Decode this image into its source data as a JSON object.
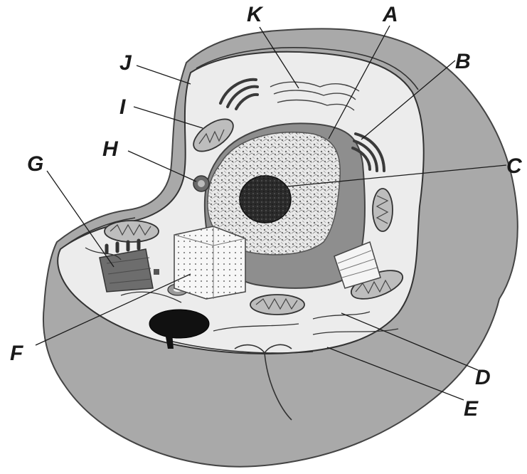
{
  "diagram": {
    "labels": [
      {
        "id": "A",
        "text": "A"
      },
      {
        "id": "B",
        "text": "B"
      },
      {
        "id": "C",
        "text": "C"
      },
      {
        "id": "D",
        "text": "D"
      },
      {
        "id": "E",
        "text": "E"
      },
      {
        "id": "F",
        "text": "F"
      },
      {
        "id": "G",
        "text": "G"
      },
      {
        "id": "H",
        "text": "H"
      },
      {
        "id": "I",
        "text": "I"
      },
      {
        "id": "J",
        "text": "J"
      },
      {
        "id": "K",
        "text": "K"
      }
    ]
  }
}
